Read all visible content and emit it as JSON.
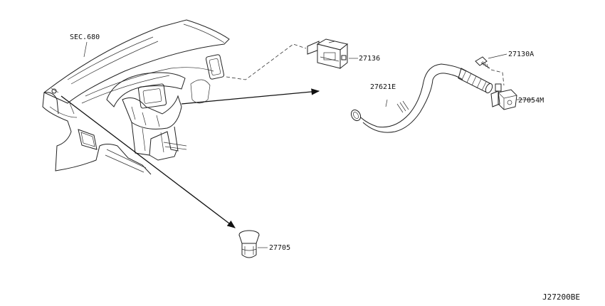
{
  "labels": {
    "sec680": "SEC.680",
    "p27136": "27136",
    "p27130A": "27130A",
    "p27621E": "27621E",
    "p27054M": "27054M",
    "p27705": "27705"
  },
  "diagram_code": "J27200BE"
}
